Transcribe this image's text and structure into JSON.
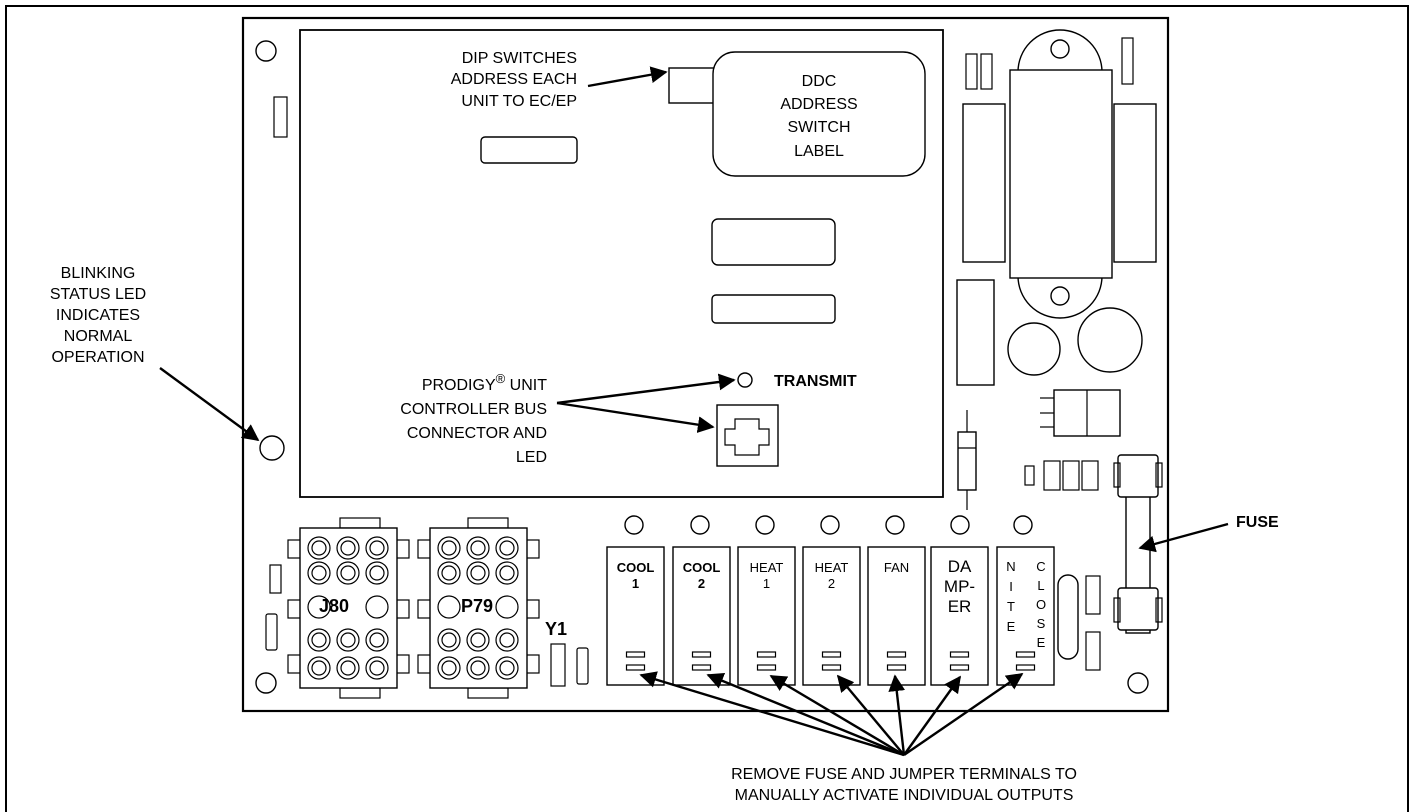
{
  "dip_switch_label": [
    "DIP SWITCHES",
    "ADDRESS EACH",
    "UNIT TO EC/EP"
  ],
  "ddc_label": [
    "DDC",
    "ADDRESS",
    "SWITCH",
    "LABEL"
  ],
  "status_led_label": [
    "BLINKING",
    "STATUS LED",
    "INDICATES",
    "NORMAL",
    "OPERATION"
  ],
  "prodigy_label": {
    "line1": "PRODIGY",
    "line1_sup": "®",
    "line1_tail": " UNIT",
    "line2": "CONTROLLER BUS",
    "line3": "CONNECTOR AND",
    "line4": "LED"
  },
  "transmit_label": "TRANSMIT",
  "fuse_label": "FUSE",
  "connector_j80": "J80",
  "connector_p79": "P79",
  "y1_label": "Y1",
  "relays": {
    "cool1": [
      "COOL",
      "1"
    ],
    "cool2": [
      "COOL",
      "2"
    ],
    "heat1": [
      "HEAT",
      "1"
    ],
    "heat2": [
      "HEAT",
      "2"
    ],
    "fan": [
      "FAN"
    ],
    "damper": [
      "DA",
      "MP-",
      "ER"
    ],
    "nite": [
      "N",
      "I",
      "T",
      "E"
    ],
    "close": [
      "C",
      "L",
      "O",
      "S",
      "E"
    ]
  },
  "bottom_note": [
    "REMOVE FUSE AND JUMPER TERMINALS TO",
    "MANUALLY ACTIVATE INDIVIDUAL OUTPUTS"
  ]
}
